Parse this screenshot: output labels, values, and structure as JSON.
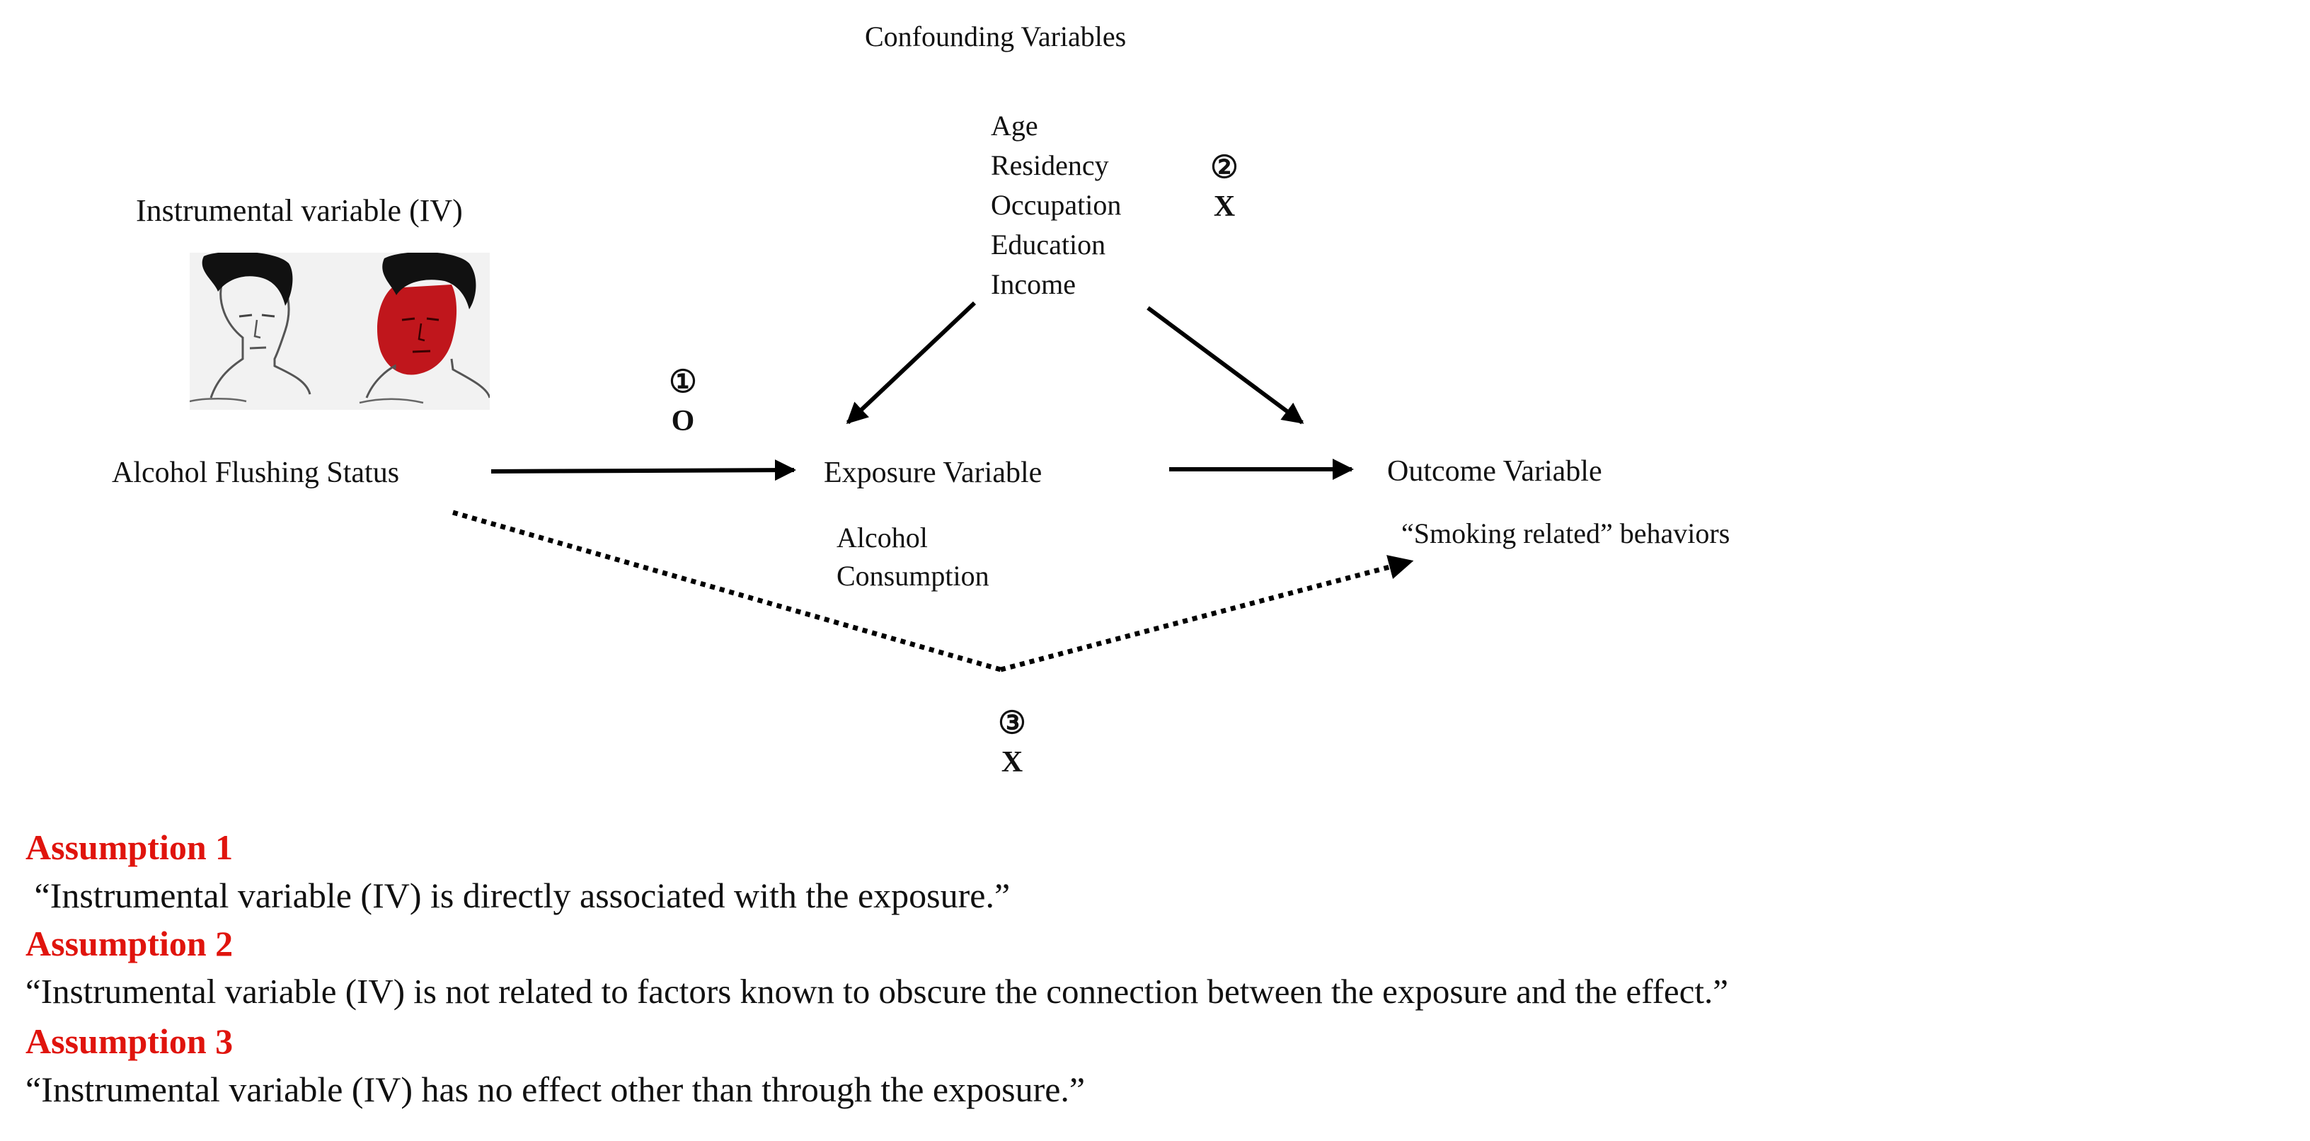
{
  "confounders": {
    "title": "Confounding Variables",
    "items": [
      "Age",
      "Residency",
      "Occupation",
      "Education",
      "Income"
    ]
  },
  "instrument": {
    "title": "Instrumental variable (IV)",
    "label": "Alcohol Flushing Status"
  },
  "exposure": {
    "label": "Exposure Variable",
    "detail_line1": "Alcohol",
    "detail_line2": "Consumption"
  },
  "outcome": {
    "label": "Outcome Variable",
    "detail": "“Smoking related” behaviors"
  },
  "markers": [
    {
      "number": "①",
      "symbol": "O"
    },
    {
      "number": "②",
      "symbol": "X"
    },
    {
      "number": "③",
      "symbol": "X"
    }
  ],
  "assumptions": [
    {
      "title": "Assumption 1",
      "text": " “Instrumental variable (IV) is directly associated with the exposure.”"
    },
    {
      "title": "Assumption 2",
      "text": "“Instrumental variable (IV) is not related to factors known to obscure the connection between the exposure and the effect.”"
    },
    {
      "title": "Assumption 3",
      "text": "“Instrumental variable (IV) has no effect other than through the exposure.”"
    }
  ],
  "colors": {
    "assumption_title": "#e0140d",
    "flushed_face": "#c0161c",
    "arrow": "#000000"
  }
}
